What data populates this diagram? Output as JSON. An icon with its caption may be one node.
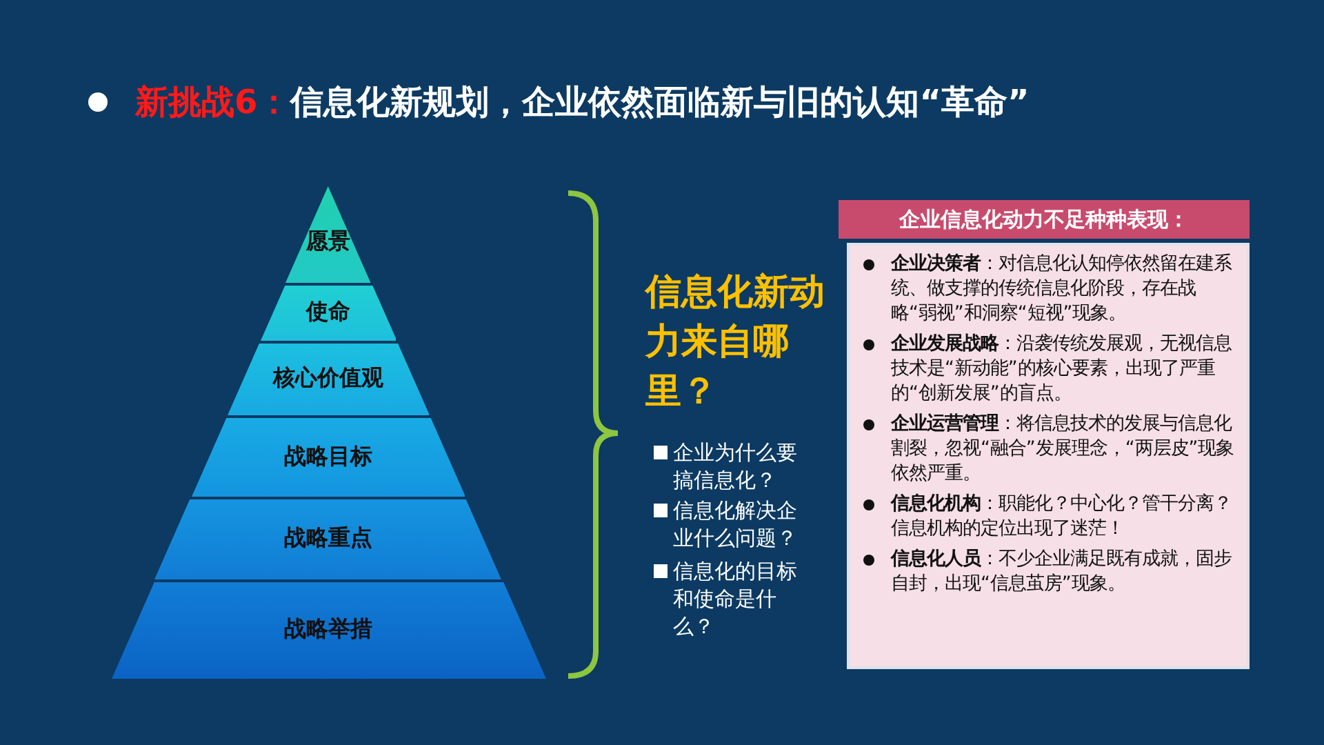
{
  "diagram": {
    "title": "**新挑战6：**信息化新规划，企业依然面临新与旧的认知“革命”",
    "nodes": [
      {
        "text": [
          "愿景"
        ]
      },
      {
        "text": [
          "使命"
        ]
      },
      {
        "text": [
          "核心价值观"
        ]
      },
      {
        "text": [
          "战略目标"
        ]
      },
      {
        "text": [
          "战略重点"
        ]
      },
      {
        "text": [
          "战略举措"
        ]
      },
      {
        "text": [
          "企业信息化动力不足种种表现："
        ]
      },
      {
        "text": [
          "**企业决策者**：对信息化认知停依然留在建系统、做支撑的传统信息化阶段，存在战略“弱视”和洞察“短视”现象。",
          "**企业发展战略**：沿袭传统发展观，无视信息技术是“新动能”的核心要素，出现了严重的“创新发展”的盲点。",
          "**企业运营管理**：将信息技术的发展与信息化割裂，忽视“融合”发展理念，“两层皮”现象依然严重。",
          "**信息化机构**：职能化？中心化？管干分离？信息机构的定位出现了迷茫！",
          "**信息化人员**：不少企业满足既有成就，固步自封，出现“信息茧房”现象。"
        ]
      }
    ],
    "edges": [],
    "labels": [
      "信息化新动力来自哪里？",
      "企业为什么要搞信息化？",
      "信息化解决企业什么问题？",
      "信息化的目标和使命是什么？"
    ]
  }
}
